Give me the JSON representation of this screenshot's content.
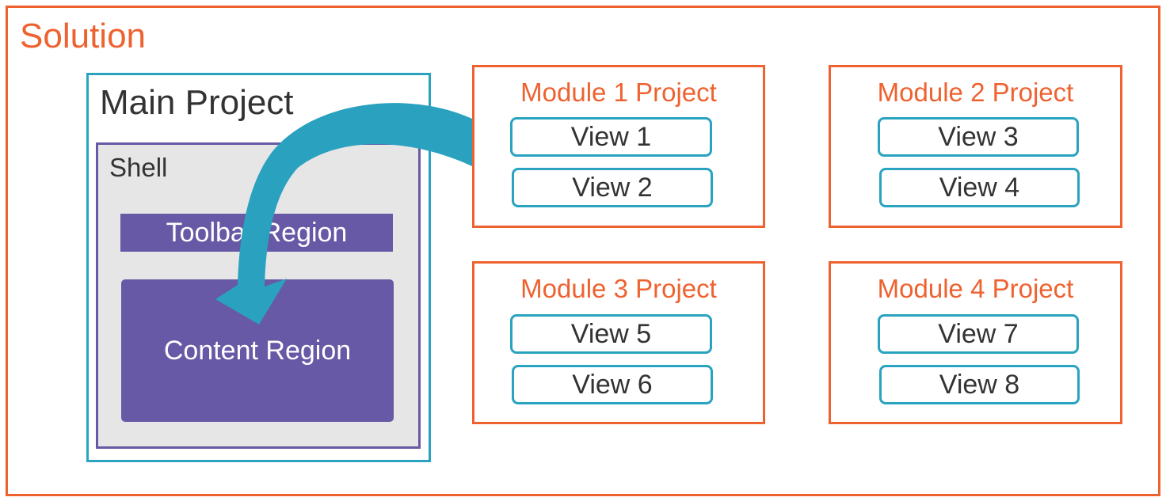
{
  "solution": {
    "title": "Solution"
  },
  "main_project": {
    "title": "Main Project",
    "shell": {
      "title": "Shell",
      "toolbar_region": "Toolbar Region",
      "content_region": "Content Region"
    }
  },
  "modules": [
    {
      "title": "Module 1 Project",
      "views": [
        "View 1",
        "View 2"
      ]
    },
    {
      "title": "Module 2 Project",
      "views": [
        "View 3",
        "View 4"
      ]
    },
    {
      "title": "Module 3 Project",
      "views": [
        "View 5",
        "View 6"
      ]
    },
    {
      "title": "Module 4 Project",
      "views": [
        "View 7",
        "View 8"
      ]
    }
  ],
  "colors": {
    "solution_border": "#ee6230",
    "main_project_border": "#2aa3c0",
    "region_fill": "#6759a5",
    "shell_fill": "#e6e6e6",
    "arrow": "#2aa1bf"
  }
}
